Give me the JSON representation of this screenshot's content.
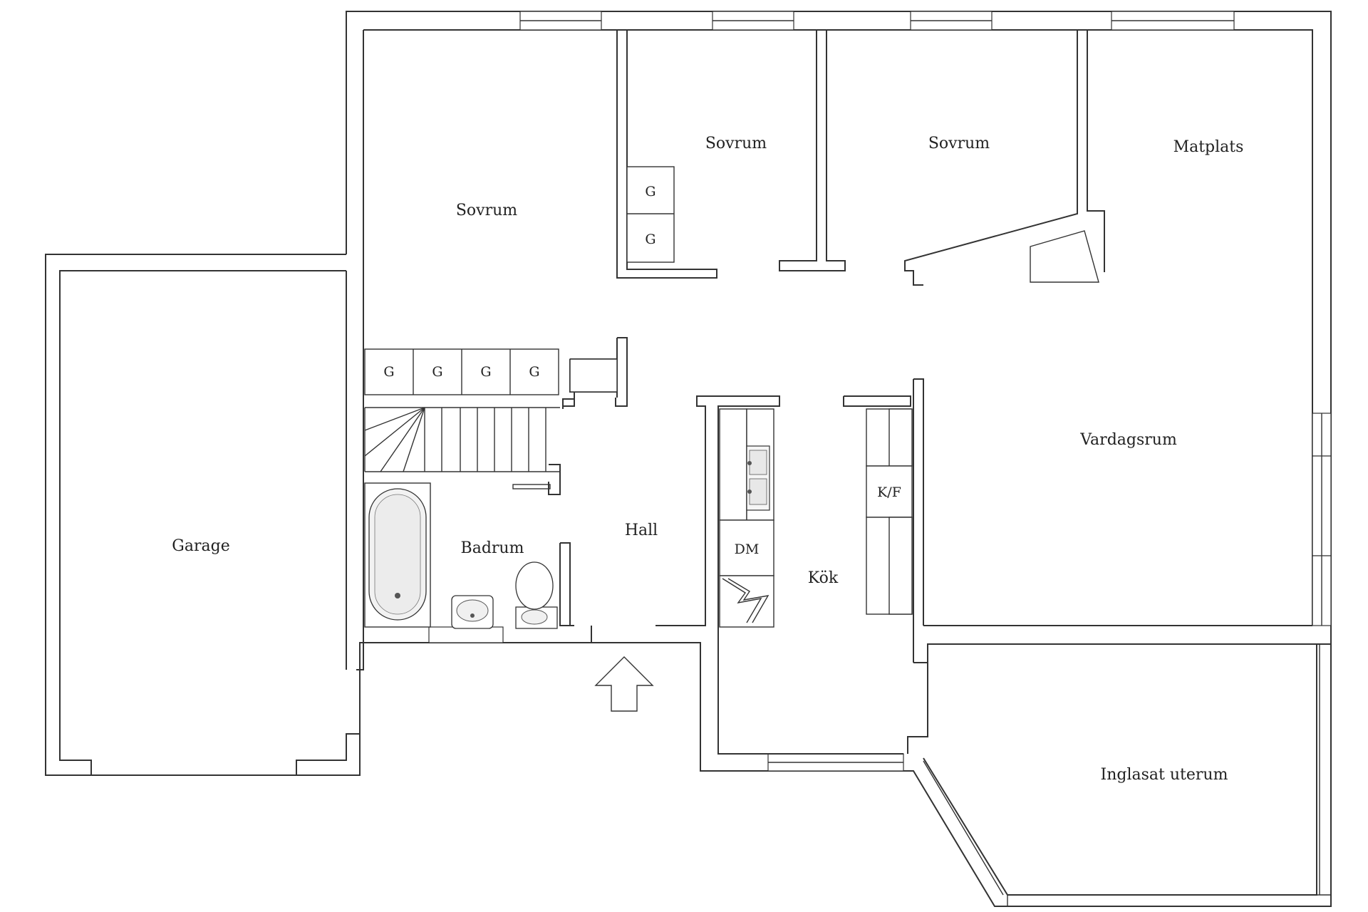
{
  "rooms": {
    "garage": "Garage",
    "sovrum_1": "Sovrum",
    "sovrum_2": "Sovrum",
    "sovrum_3": "Sovrum",
    "matplats": "Matplats",
    "vardagsrum": "Vardagsrum",
    "badrum": "Badrum",
    "hall": "Hall",
    "kok": "Kök",
    "uterum": "Inglasat uterum"
  },
  "fixtures": {
    "wardrobe": "G",
    "dishwasher": "DM",
    "fridge_freezer": "K/F"
  },
  "icons": {
    "entrance": "entrance-arrow-icon",
    "bathtub": "bathtub-icon",
    "sink": "sink-icon",
    "toilet": "toilet-icon",
    "kitchen_sink": "kitchen-sink-icon",
    "stove": "stove-icon",
    "stairs": "staircase-icon"
  },
  "colors": {
    "line": "#333333",
    "background": "#ffffff"
  }
}
